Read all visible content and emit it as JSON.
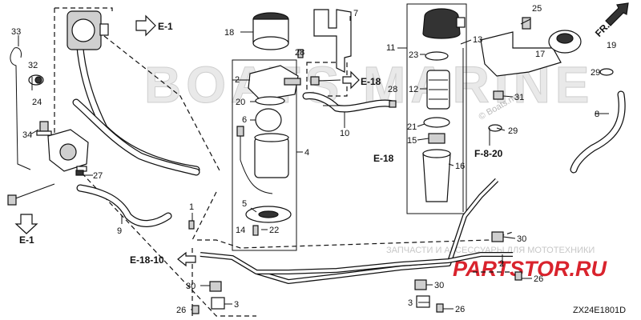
{
  "diagram": {
    "code": "ZX24E1801D",
    "watermark_main": "BOATS MARINE",
    "watermark_small": "© Boats.net",
    "watermark_bar": "ЗАПЧАСТИ И АКСЕССУАРЫ ДЛЯ МОТОТЕХНИКИ",
    "watermark_brand": "PARTSTOR.RU",
    "references": {
      "e1_top": "E-1",
      "e1_bottom": "E-1",
      "e18_upper": "E-18",
      "e18_lower": "E-18",
      "f820": "F-8-20",
      "e1810": "E-18-10",
      "fr": "FR."
    },
    "parts": {
      "p1": "1",
      "p2": "2",
      "p3": "3",
      "p3b": "3",
      "p4": "4",
      "p5": "5",
      "p6": "6",
      "p7": "7",
      "p8": "8",
      "p9": "9",
      "p10": "10",
      "p11": "11",
      "p12": "12",
      "p13": "13",
      "p14": "14",
      "p15": "15",
      "p16": "16",
      "p17": "17",
      "p18": "18",
      "p19": "19",
      "p20": "20",
      "p21": "21",
      "p22": "22",
      "p23": "23",
      "p24": "24",
      "p25": "25",
      "p26a": "26",
      "p26b": "26",
      "p26c": "26",
      "p27": "27",
      "p28a": "28",
      "p28b": "28",
      "p29a": "29",
      "p29b": "29",
      "p30a": "30",
      "p30b": "30",
      "p30c": "30",
      "p31": "31",
      "p32": "32",
      "p33": "33",
      "p34": "34"
    }
  }
}
